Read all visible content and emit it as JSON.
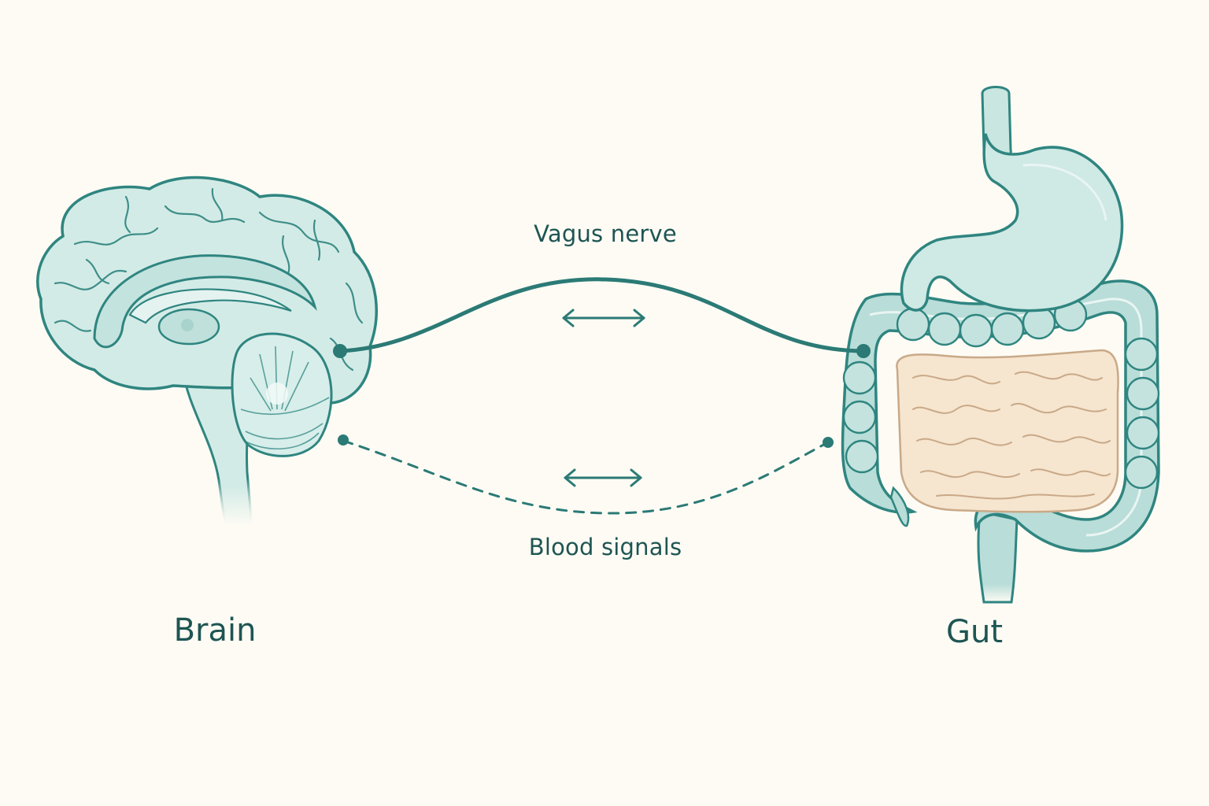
{
  "labels": {
    "brain": "Brain",
    "gut": "Gut",
    "vagus_nerve": "Vagus nerve",
    "blood_signals": "Blood signals"
  },
  "colors": {
    "background": "#fdfbf4",
    "organ_fill": "#d3ebe6",
    "organ_stroke": "#2f8580",
    "connection": "#2b7a75",
    "intestine_fill": "#f6e5cf",
    "intestine_stroke": "#c9a988",
    "text": "#1e5553"
  },
  "icons": {
    "connection_arrows": "double-headed-arrow-icon"
  }
}
